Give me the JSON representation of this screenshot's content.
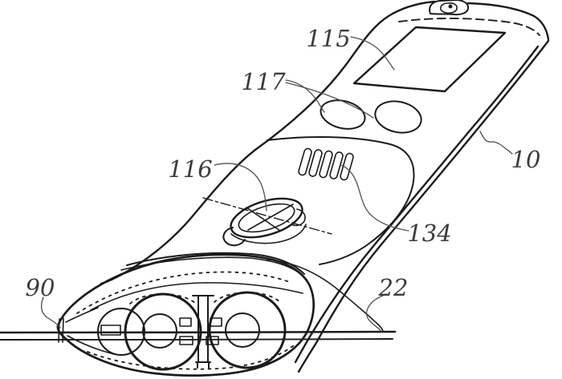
{
  "figure": {
    "background_color": "#ffffff",
    "stroke_color": "#1b1b1b",
    "leader_color": "#4f4f4f",
    "label_color": "#3c3c3c"
  },
  "labels": [
    {
      "ref": "115"
    },
    {
      "ref": "117"
    },
    {
      "ref": "116"
    },
    {
      "ref": "134"
    },
    {
      "ref": "10"
    },
    {
      "ref": "90"
    },
    {
      "ref": "22"
    }
  ]
}
